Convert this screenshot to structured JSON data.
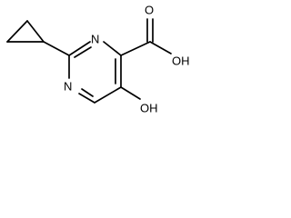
{
  "molecule": {
    "atoms": {
      "n_top": "N",
      "n_bottom": "N",
      "oh_acid": "OH",
      "o_carbonyl": "O",
      "oh_phenol": "OH"
    }
  }
}
